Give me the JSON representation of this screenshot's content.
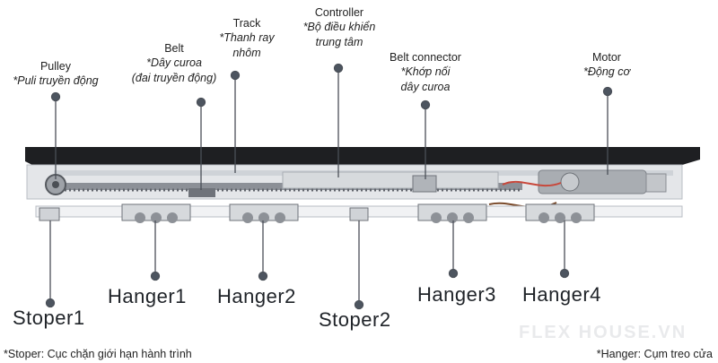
{
  "labels": {
    "pulley": {
      "en": "Pulley",
      "vi": "*Puli truyền động"
    },
    "belt": {
      "en": "Belt",
      "vi1": "*Dây curoa",
      "vi2": "(đai truyền động)"
    },
    "track": {
      "en": "Track",
      "vi1": "*Thanh ray",
      "vi2": "nhôm"
    },
    "controller": {
      "en": "Controller",
      "vi1": "*Bộ điều khiển",
      "vi2": "trung tâm"
    },
    "belt_connector": {
      "en": "Belt connector",
      "vi1": "*Khớp nối",
      "vi2": "dây curoa"
    },
    "motor": {
      "en": "Motor",
      "vi": "*Động cơ"
    }
  },
  "parts": {
    "hanger1": "Hanger1",
    "hanger2": "Hanger2",
    "hanger3": "Hanger3",
    "hanger4": "Hanger4",
    "stoper1": "Stoper1",
    "stoper2": "Stoper2"
  },
  "notes": {
    "stoper": "*Stoper: Cục chặn giới hạn hành trình",
    "hanger": "*Hanger: Cụm treo cửa"
  },
  "watermark": "FLEX HOUSE.VN",
  "colors": {
    "leader": "#4a4f57",
    "dot": "#4d5560",
    "cover": "#1e1f22"
  }
}
